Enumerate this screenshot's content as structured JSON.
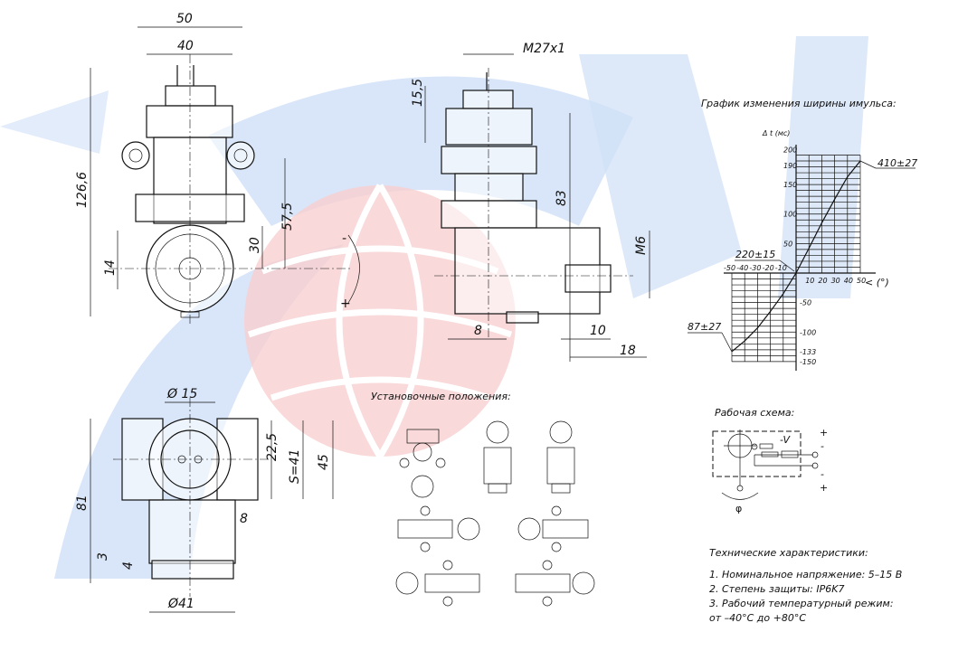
{
  "colors": {
    "watermark_blue": "#cfe0f7",
    "watermark_red": "#f8d0d0",
    "line": "#111111"
  },
  "front_view": {
    "dims": [
      "50",
      "40",
      "126,6",
      "57,5",
      "30",
      "14"
    ]
  },
  "side_view": {
    "dims": [
      "M27x1",
      "15,5",
      "83",
      "M6",
      "8",
      "10",
      "18"
    ],
    "rotation_minus": "-",
    "rotation_plus": "+"
  },
  "bottom_view": {
    "dims": [
      "Ø 15",
      "22,5",
      "S=41",
      "45",
      "81",
      "8",
      "3",
      "4",
      "Ø41"
    ]
  },
  "installation": {
    "title": "Установочные положения:"
  },
  "chart_data": {
    "type": "line",
    "title": "График изменения ширины имульса:",
    "xlabel": "< (°)",
    "ylabel": "Δ t (мс)",
    "xlim": [
      -50,
      50
    ],
    "ylim": [
      -150,
      200
    ],
    "x_ticks": [
      "-50",
      "-40",
      "-30",
      "-20",
      "-10",
      "10",
      "20",
      "30",
      "40",
      "50"
    ],
    "y_ticks_pos": [
      "200",
      "190",
      "150",
      "100",
      "50"
    ],
    "y_ticks_neg": [
      "-50",
      "-100",
      "-133",
      "-150"
    ],
    "grid": true,
    "x": [
      -50,
      -40,
      -30,
      -20,
      -10,
      0,
      10,
      20,
      30,
      40,
      50
    ],
    "y": [
      -133,
      -115,
      -93,
      -65,
      -35,
      0,
      42,
      85,
      125,
      163,
      190
    ],
    "annotations": [
      "410±27",
      "220±15",
      "87±27"
    ]
  },
  "scheme": {
    "title": "Рабочая схема:",
    "voltage": "-V",
    "plus_top": "+",
    "minus_top": "-",
    "minus_bottom": "-",
    "plus_bottom": "+",
    "angle": "φ"
  },
  "specs": {
    "title": "Технические характеристики:",
    "items": [
      "1. Номинальное напряжение: 5–15 В",
      "2. Степень защиты: IP6K7",
      "3. Рабочий температурный режим:",
      "от –40°С до +80°С"
    ]
  }
}
